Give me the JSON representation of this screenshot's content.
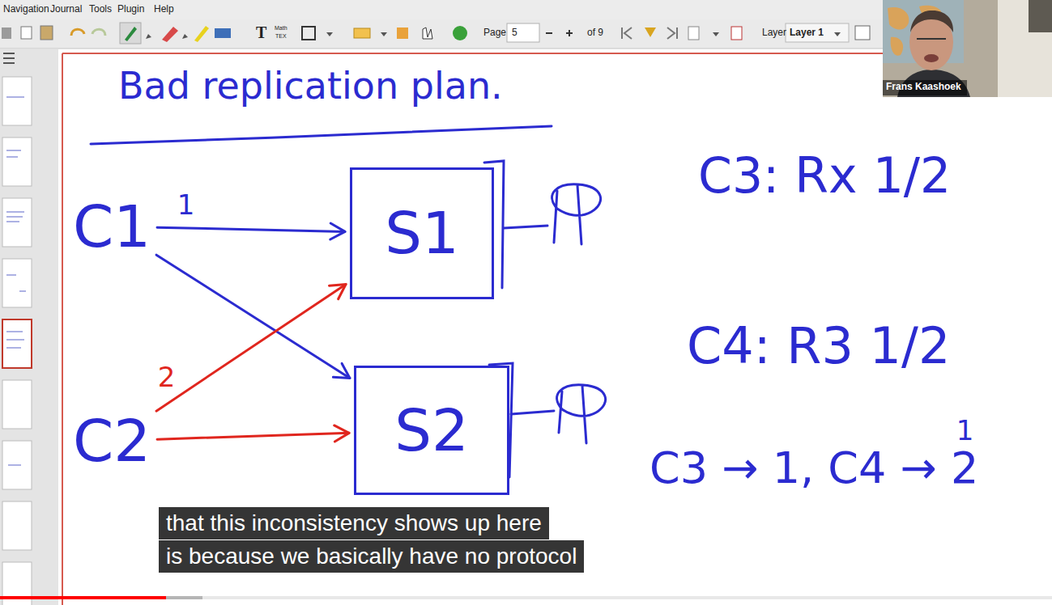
{
  "diagram": {
    "title": "Bad replication plan.",
    "nodes": [
      {
        "text": [
          "C1"
        ]
      },
      {
        "text": [
          "S1"
        ]
      },
      {
        "text": [
          "C2"
        ]
      },
      {
        "text": [
          "S2"
        ]
      }
    ],
    "edges": [
      {
        "from": 0,
        "to": 1,
        "label": "1",
        "arrow": "to"
      },
      {
        "from": 0,
        "to": 3,
        "arrow": "to"
      },
      {
        "from": 2,
        "to": 1,
        "label": "2",
        "arrow": "to"
      },
      {
        "from": 2,
        "to": 3,
        "arrow": "to"
      }
    ],
    "labels": [
      "Navigation",
      "Journal",
      "Tools",
      "Plugin",
      "Help",
      "T",
      "Math",
      "TEX",
      "Page",
      "5",
      "of 9",
      "Layer",
      "Layer 1",
      "Frans Kaashoek",
      "C3: Rx 1/2",
      "C4: R3 1/2",
      "C3 → 1, C4 → 2",
      "1",
      "that this inconsistency shows up here",
      "is because we basically have no protocol"
    ]
  }
}
